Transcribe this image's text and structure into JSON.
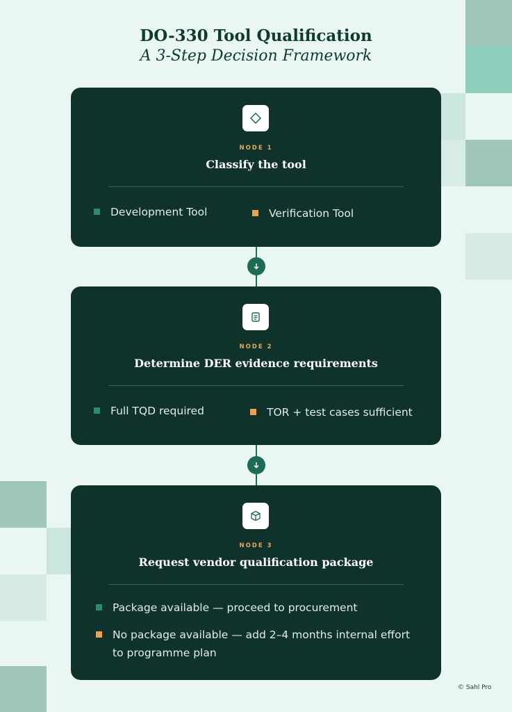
{
  "title": "DO-330 Tool Qualification",
  "subtitle": "A 3-Step Decision Framework",
  "copyright": "© Sahl Pro",
  "colors": {
    "card": "#0f332b",
    "accent_green": "#2f8a6f",
    "accent_orange": "#eba352",
    "connector": "#1d6a55"
  },
  "nodes": [
    {
      "kicker": "NODE 1",
      "heading": "Classify the tool",
      "icon": "diamond-icon",
      "options": [
        {
          "label": "Development Tool",
          "color": "green"
        },
        {
          "label": "Verification Tool",
          "color": "orange"
        }
      ]
    },
    {
      "kicker": "NODE 2",
      "heading": "Determine DER evidence requirements",
      "icon": "document-icon",
      "options": [
        {
          "label": "Full TQD required",
          "color": "green"
        },
        {
          "label": "TOR + test cases sufficient",
          "color": "orange"
        }
      ]
    },
    {
      "kicker": "NODE 3",
      "heading": "Request vendor qualification package",
      "icon": "box-icon",
      "options": [
        {
          "label": "Package available — proceed to procurement",
          "color": "green"
        },
        {
          "label": "No package available — add 2–4 months internal effort",
          "label2": "to programme plan",
          "color": "orange"
        }
      ]
    }
  ]
}
